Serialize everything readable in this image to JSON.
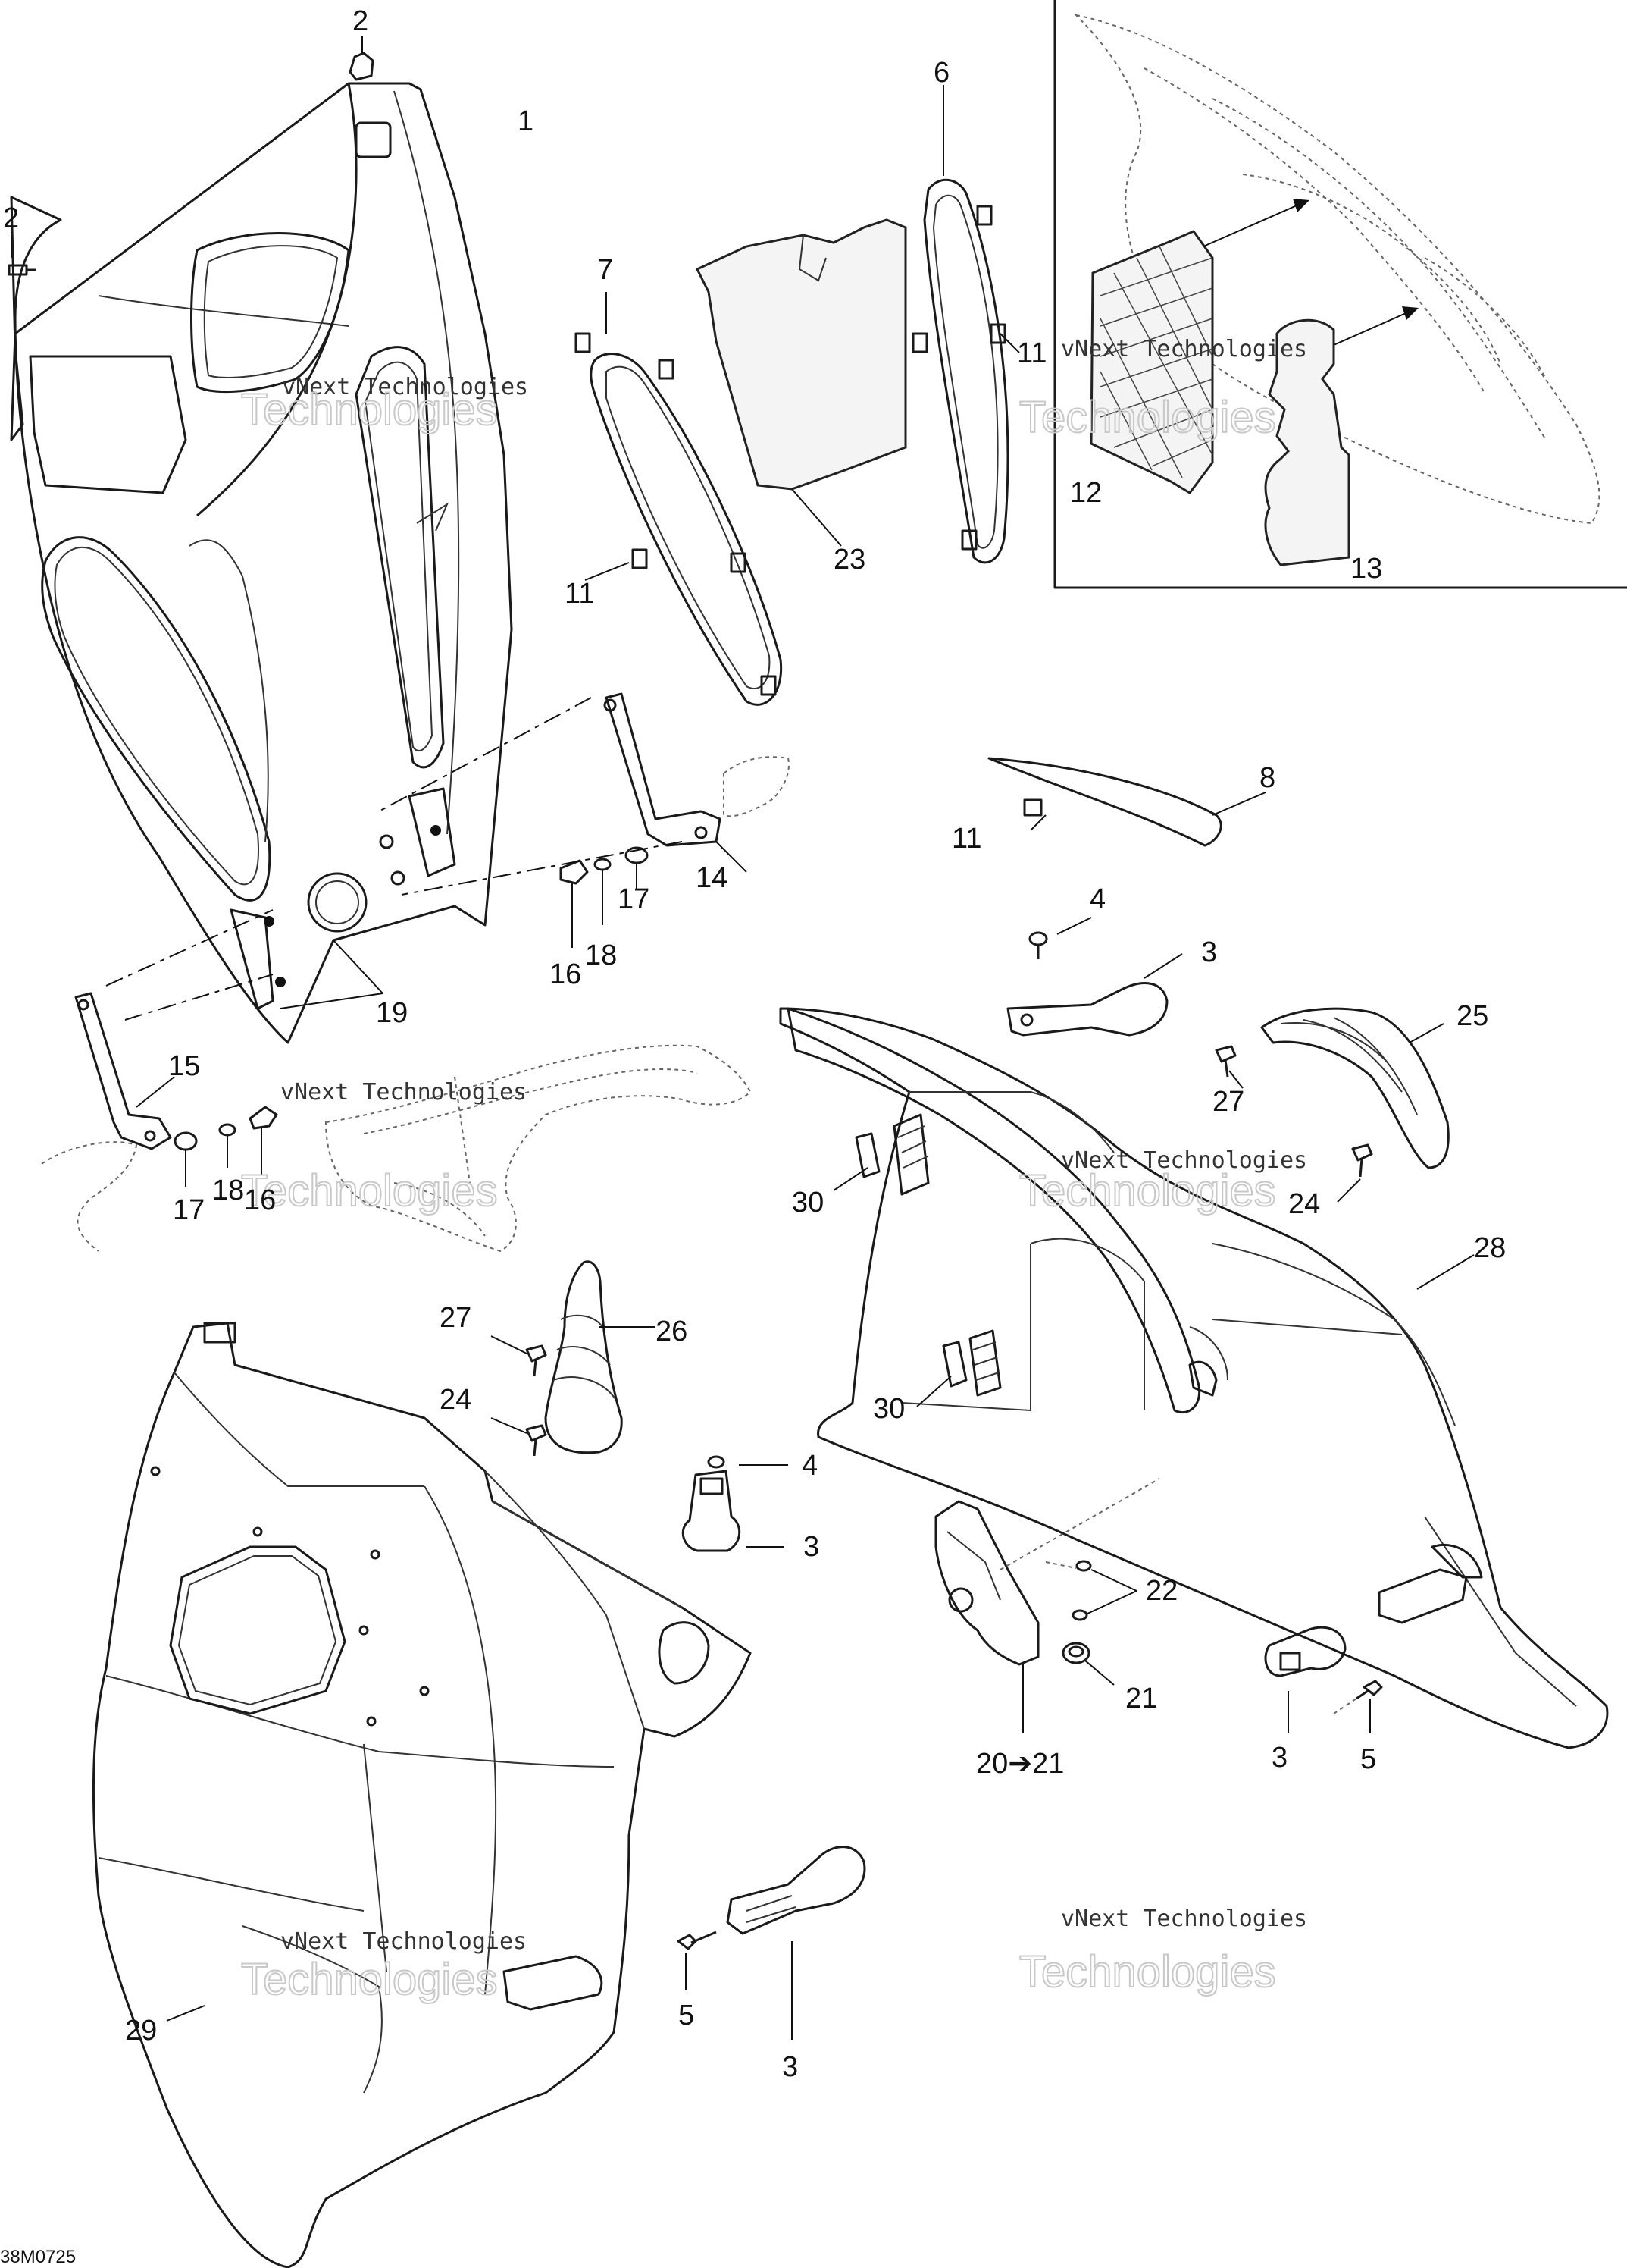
{
  "diagram_code": "38M0725",
  "watermark": {
    "line1": "vNext Technologies",
    "line2": "Technologies"
  },
  "callouts": {
    "c1": "1",
    "c2a": "2",
    "c2b": "2",
    "c3a": "3",
    "c3b": "3",
    "c3c": "3",
    "c3d": "3",
    "c4a": "4",
    "c4b": "4",
    "c5a": "5",
    "c5b": "5",
    "c6": "6",
    "c7": "7",
    "c8": "8",
    "c11a": "11",
    "c11b": "11",
    "c11c": "11",
    "c12": "12",
    "c13": "13",
    "c14": "14",
    "c15": "15",
    "c16a": "16",
    "c16b": "16",
    "c17a": "17",
    "c17b": "17",
    "c18a": "18",
    "c18b": "18",
    "c19": "19",
    "c20": "20➔21",
    "c21": "21",
    "c22": "22",
    "c23": "23",
    "c24a": "24",
    "c24b": "24",
    "c25": "25",
    "c26": "26",
    "c27a": "27",
    "c27b": "27",
    "c28": "28",
    "c29": "29",
    "c30a": "30",
    "c30b": "30"
  }
}
